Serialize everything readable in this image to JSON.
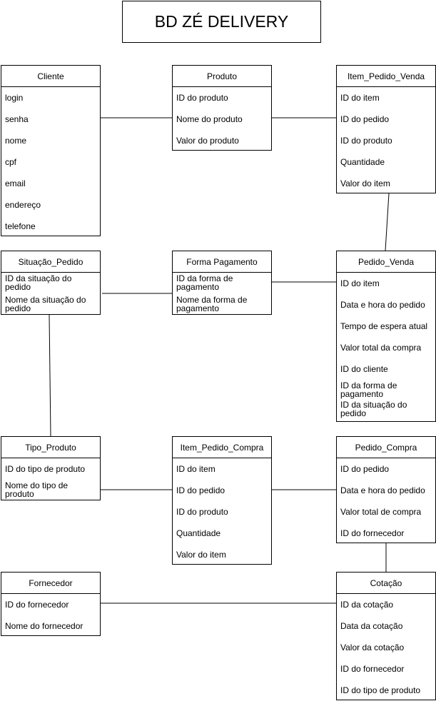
{
  "title": "BD ZÉ DELIVERY",
  "entities": {
    "cliente": {
      "name": "Cliente",
      "fields": [
        "login",
        "senha",
        "nome",
        "cpf",
        "email",
        "endereço",
        "telefone"
      ]
    },
    "produto": {
      "name": "Produto",
      "fields": [
        "ID do produto",
        "Nome do produto",
        "Valor do produto"
      ]
    },
    "item_pedido_venda": {
      "name": "Item_Pedido_Venda",
      "fields": [
        "ID do item",
        "ID do pedido",
        "ID do produto",
        "Quantidade",
        "Valor do item"
      ]
    },
    "situacao_pedido": {
      "name": "Situação_Pedido",
      "fields": [
        "ID da situação do pedido",
        "Nome da situação do pedido"
      ]
    },
    "forma_pagamento": {
      "name": "Forma Pagamento",
      "fields": [
        "ID da forma de pagamento",
        "Nome da forma de pagamento"
      ]
    },
    "pedido_venda": {
      "name": "Pedido_Venda",
      "fields": [
        "ID do item",
        "Data e hora do pedido",
        "Tempo de espera atual",
        "Valor total da compra",
        "ID do cliente",
        "ID da forma de pagamento",
        "ID da situação do pedido"
      ]
    },
    "tipo_produto": {
      "name": "Tipo_Produto",
      "fields": [
        "ID do tipo de produto",
        "Nome do tipo de produto"
      ]
    },
    "item_pedido_compra": {
      "name": "Item_Pedido_Compra",
      "fields": [
        "ID do item",
        "ID do pedido",
        "ID do produto",
        "Quantidade",
        "Valor do item"
      ]
    },
    "pedido_compra": {
      "name": "Pedido_Compra",
      "fields": [
        "ID do pedido",
        "Data e hora do pedido",
        "Valor total de compra",
        "ID do fornecedor"
      ]
    },
    "fornecedor": {
      "name": "Fornecedor",
      "fields": [
        "ID do fornecedor",
        "Nome do fornecedor"
      ]
    },
    "cotacao": {
      "name": "Cotação",
      "fields": [
        "ID da cotação",
        "Data da cotação",
        "Valor da cotação",
        "ID do fornecedor",
        "ID do tipo de produto"
      ]
    }
  }
}
